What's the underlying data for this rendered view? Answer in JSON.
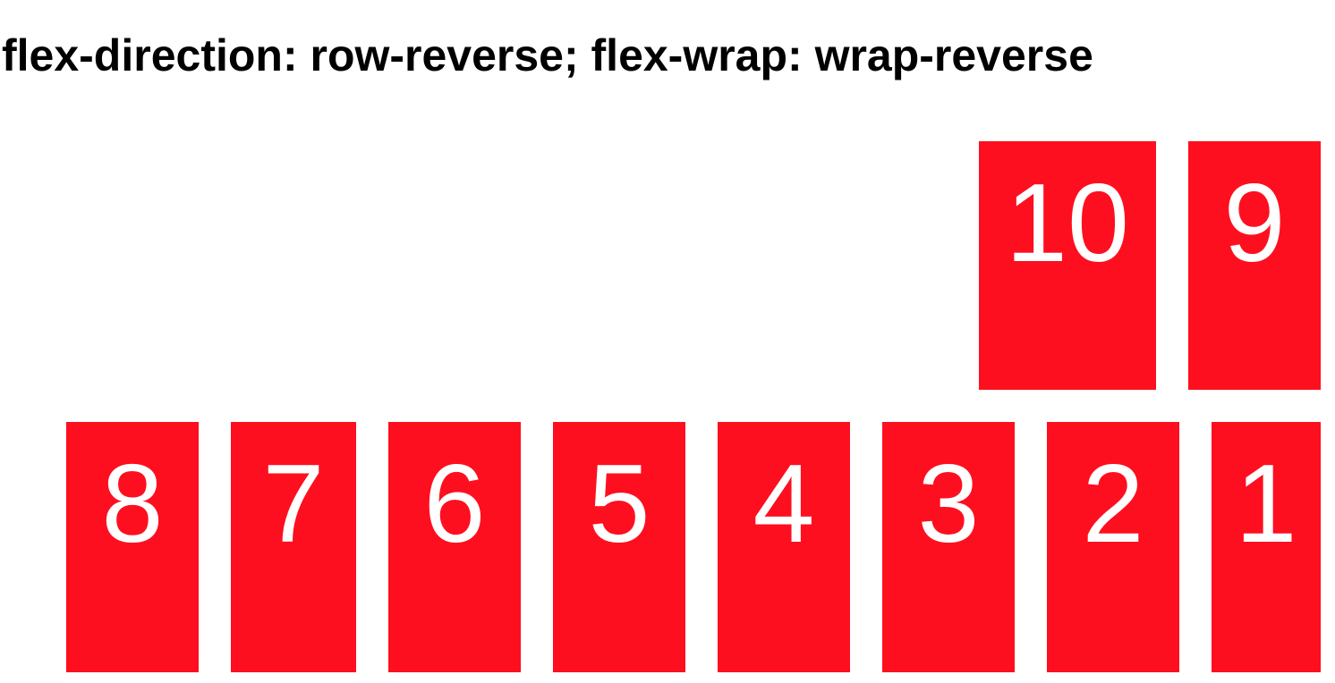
{
  "title": "flex-direction: row-reverse; flex-wrap: wrap-reverse",
  "colors": {
    "box_fill": "#fe0f1f",
    "box_text": "#ffffff",
    "title_text": "#000000",
    "background": "#ffffff"
  },
  "boxes": [
    {
      "label": "1"
    },
    {
      "label": "2"
    },
    {
      "label": "3"
    },
    {
      "label": "4"
    },
    {
      "label": "5"
    },
    {
      "label": "6"
    },
    {
      "label": "7"
    },
    {
      "label": "8"
    },
    {
      "label": "9"
    },
    {
      "label": "10"
    }
  ]
}
